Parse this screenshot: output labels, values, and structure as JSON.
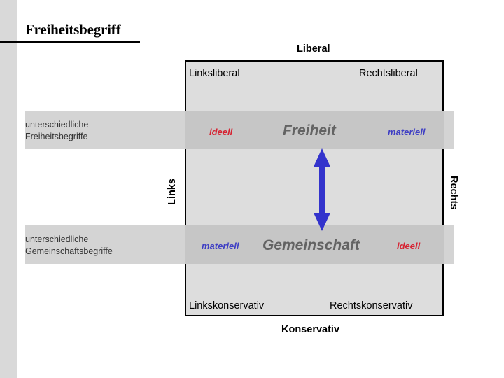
{
  "slide": {
    "title": "Freiheitsbegriff",
    "accent_red": "#d62433",
    "accent_blue": "#3f3fc4",
    "arrow_color": "#3333cc",
    "band_color": "#d4d4d4",
    "box_fill": "#dddddd",
    "sidebar_color": "#d9d9d9"
  },
  "axes": {
    "top": "Liberal",
    "bottom": "Konservativ",
    "left": "Links",
    "right": "Rechts",
    "arrow": "double-headed-vertical-arrow"
  },
  "quadrants": {
    "top_left": "Linksliberal",
    "top_right": "Rechtsliberal",
    "bottom_left": "Linkskonservativ",
    "bottom_right": "Rechtskonservativ"
  },
  "rows": [
    {
      "label": "unterschiedliche\nFreiheitsbegriffe",
      "concept": "Freiheit",
      "left_marker": "ideell",
      "right_marker": "materiell"
    },
    {
      "label": "unterschiedliche\nGemeinschaftsbegriffe",
      "concept": "Gemeinschaft",
      "left_marker": "materiell",
      "right_marker": "ideell"
    }
  ]
}
